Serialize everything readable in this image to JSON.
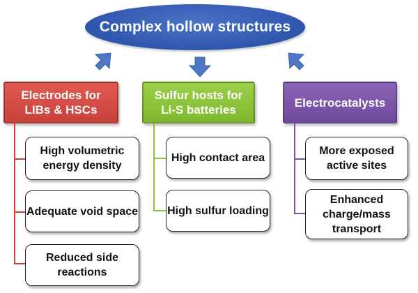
{
  "root": {
    "label": "Complex hollow structures"
  },
  "colors": {
    "root": "#2f56ad",
    "arrow": "#4f78c4",
    "red": "#c9413b",
    "green": "#86c23a",
    "purple": "#7a55a8"
  },
  "categories": [
    {
      "label": "Electrodes for LIBs & HSCs",
      "items": [
        "High volumetric energy density",
        "Adequate void space",
        "Reduced side reactions"
      ]
    },
    {
      "label": "Sulfur hosts for Li-S batteries",
      "items": [
        "High contact area",
        "High sulfur loading"
      ]
    },
    {
      "label": "Electrocatalysts",
      "items": [
        "More exposed active sites",
        "Enhanced charge/mass transport"
      ]
    }
  ]
}
